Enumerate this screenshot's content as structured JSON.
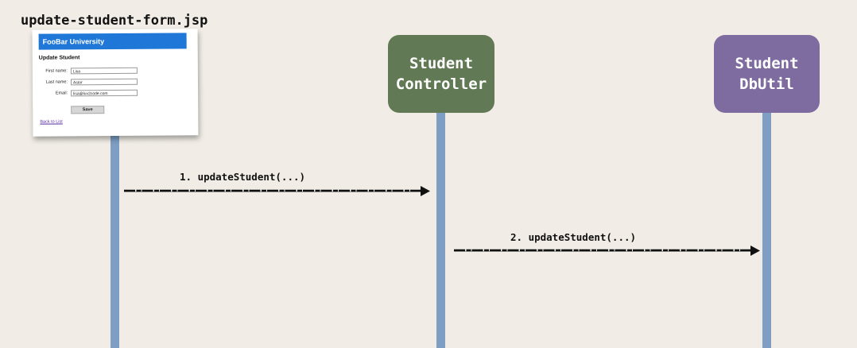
{
  "jsp_page": {
    "file_name": "update-student-form.jsp",
    "form": {
      "banner": "FooBar University",
      "heading": "Update Student",
      "fields": [
        {
          "label": "First name:",
          "value": "Lisa"
        },
        {
          "label": "Last name:",
          "value": "Astor"
        },
        {
          "label": "Email:",
          "value": "lisa@luv2code.com"
        }
      ],
      "save_label": "Save",
      "back_link": "Back to List"
    }
  },
  "participants": {
    "controller": {
      "line1": "Student",
      "line2": "Controller",
      "color": "#617a55"
    },
    "dbutil": {
      "line1": "Student",
      "line2": "DbUtil",
      "color": "#7e6b9f"
    }
  },
  "messages": [
    {
      "label": "1. updateStudent(...)",
      "from": "jsp",
      "to": "controller"
    },
    {
      "label": "2. updateStudent(...)",
      "from": "controller",
      "to": "dbutil"
    }
  ],
  "colors": {
    "background": "#f1ede6",
    "lifeline": "#7e9ec3",
    "form_banner": "#1f78d8"
  }
}
